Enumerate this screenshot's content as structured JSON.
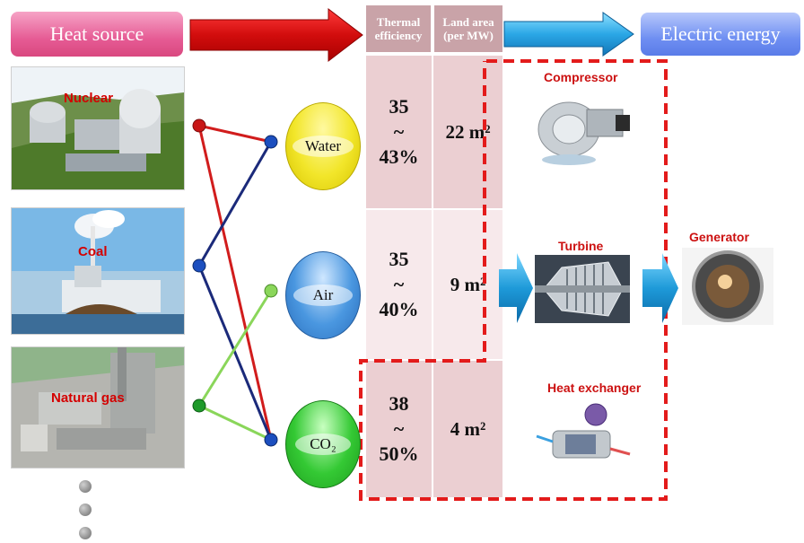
{
  "header": {
    "heat_source": "Heat source",
    "electric_energy": "Electric energy",
    "col_thermal": "Thermal efficiency",
    "col_land": "Land area (per MW)"
  },
  "sources": [
    {
      "label": "Nuclear"
    },
    {
      "label": "Coal"
    },
    {
      "label": "Natural gas"
    }
  ],
  "fluids": [
    {
      "label": "Water",
      "color": "#f2e62a"
    },
    {
      "label": "Air",
      "color": "#4a97e0"
    },
    {
      "label": "CO₂",
      "color": "#34c934"
    }
  ],
  "rows": [
    {
      "eff_top": "35",
      "eff_sep": "~",
      "eff_bottom": "43%",
      "land": "22 m²"
    },
    {
      "eff_top": "35",
      "eff_sep": "~",
      "eff_bottom": "40%",
      "land": "9 m²"
    },
    {
      "eff_top": "38",
      "eff_sep": "~",
      "eff_bottom": "50%",
      "land": "4 m²"
    }
  ],
  "components": {
    "compressor": "Compressor",
    "turbine": "Turbine",
    "generator": "Generator",
    "heat_exchanger": "Heat exchanger"
  },
  "colors": {
    "red_link": "#d11c1c",
    "blue_link": "#1b2a7a",
    "green_link": "#8ad65a",
    "dash": "#e31b1b",
    "arrow_red": "#e01818",
    "arrow_blue": "#2fa3e0"
  }
}
